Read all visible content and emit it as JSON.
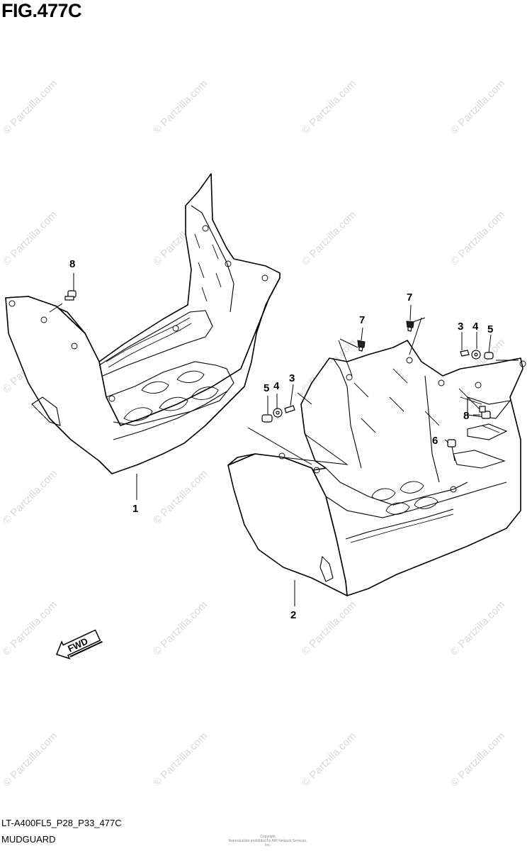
{
  "title": "FIG.477C",
  "watermark_text": "© Partzilla.com",
  "footer": {
    "code": "LT-A400FL5_P28_P33_477C",
    "name": "MUDGUARD",
    "copyright_line1": "Copyright",
    "copyright_line2": "Reproduction prohibited by ARI Network Services, Inc."
  },
  "fwd_label": "FWD",
  "callouts": {
    "c1": "1",
    "c2": "2",
    "c3a": "3",
    "c4a": "4",
    "c5a": "5",
    "c3b": "3",
    "c4b": "4",
    "c5b": "5",
    "c6": "6",
    "c7a": "7",
    "c7b": "7",
    "c8a": "8",
    "c8b": "8"
  },
  "colors": {
    "line": "#000000",
    "watermark": "#d9d9d9",
    "background": "#ffffff"
  }
}
